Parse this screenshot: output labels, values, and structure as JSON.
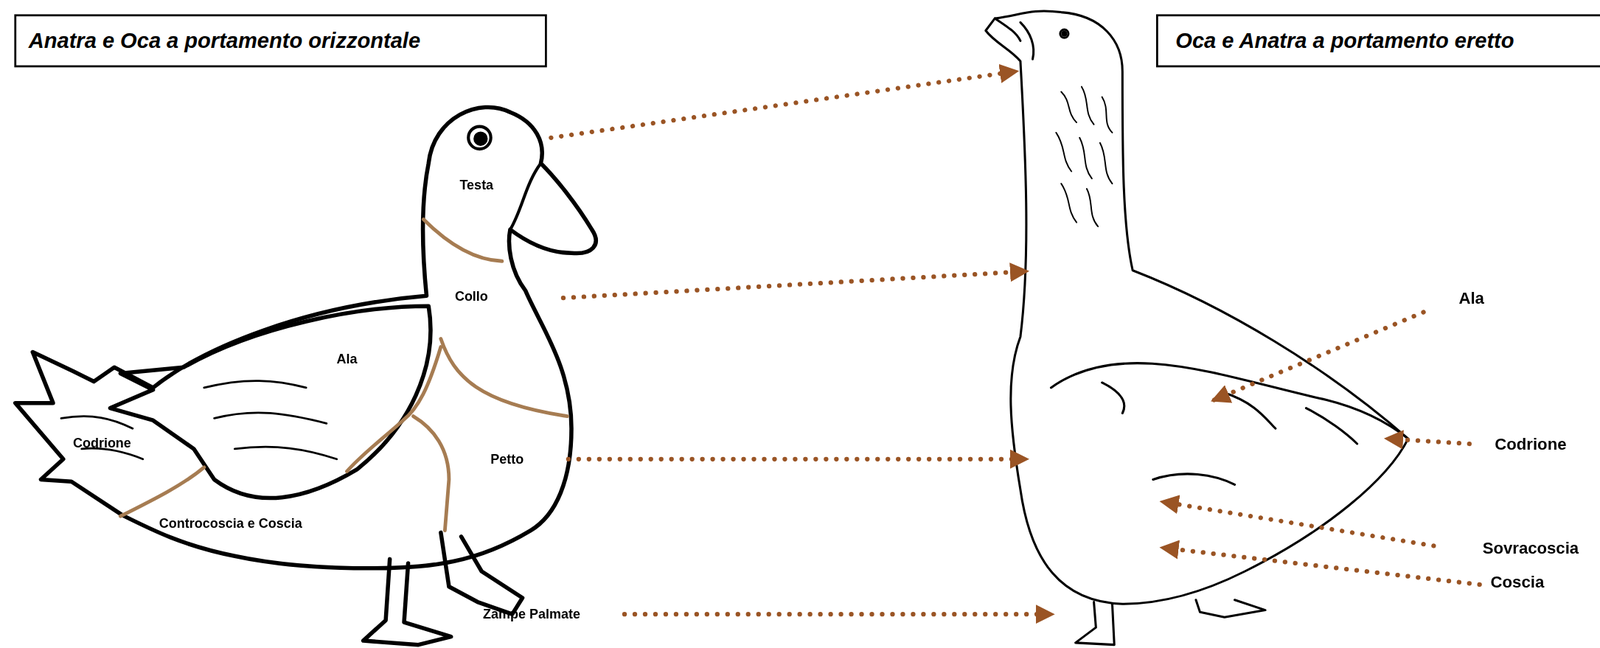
{
  "diagram": {
    "nodes": [
      {
        "text": [
          "Anatra e Oca a portamento orizzontale"
        ]
      },
      {
        "text": [
          "Oca e Anatra a portamento eretto"
        ]
      }
    ],
    "labels": [
      "Testa",
      "Collo",
      "Ala",
      "Codrione",
      "Petto",
      "Controcoscia e Coscia",
      "Zampe Palmate",
      "Ala",
      "Codrione",
      "Sovracoscia",
      "Coscia"
    ]
  }
}
